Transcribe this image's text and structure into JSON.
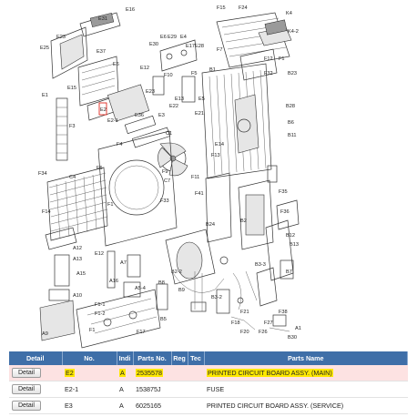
{
  "diagram": {
    "labels": [
      "F15",
      "F24",
      "K4",
      "K4-2",
      "E16",
      "E31",
      "E23",
      "E6",
      "E29",
      "E4",
      "E17",
      "E28",
      "E37",
      "E30",
      "E25",
      "F7",
      "F12",
      "F1",
      "F32",
      "B1",
      "E12",
      "B23",
      "E6",
      "F10",
      "F5",
      "E23",
      "E22",
      "E13",
      "E2",
      "E2-1",
      "E36",
      "E3",
      "E21",
      "E5",
      "E1",
      "E15",
      "B28",
      "B6",
      "B11",
      "C1",
      "E14",
      "F13",
      "F9",
      "C7",
      "F33",
      "F4",
      "F41",
      "F11",
      "C4",
      "F34",
      "F3",
      "F35",
      "F14",
      "F6",
      "B2",
      "B24",
      "B12",
      "A12",
      "A13",
      "A7",
      "A15",
      "A16",
      "A10",
      "A5-4",
      "F1-1",
      "F1-2",
      "B3-3",
      "B2-2",
      "B8",
      "B3-2",
      "B9",
      "B5",
      "F27",
      "F38",
      "B30",
      "A1",
      "E12",
      "B7",
      "B13",
      "A9",
      "F1",
      "F17",
      "F18",
      "F20",
      "F26",
      "F21"
    ]
  },
  "table": {
    "headers": [
      "Detail",
      "No.",
      "Indi",
      "Parts No.",
      "Reg",
      "Tec",
      "Parts Name"
    ],
    "rows": [
      {
        "detail": "Detail",
        "no": "E2",
        "indi": "A",
        "parts_no": "2535578",
        "reg": "",
        "tec": "",
        "name": "PRINTED CIRCUIT BOARD ASSY. (MAIN)"
      },
      {
        "detail": "Detail",
        "no": "E2-1",
        "indi": "A",
        "parts_no": "153875J",
        "reg": "",
        "tec": "",
        "name": "FUSE"
      },
      {
        "detail": "Detail",
        "no": "E3",
        "indi": "A",
        "parts_no": "6025165",
        "reg": "",
        "tec": "",
        "name": "PRINTED CIRCUIT BOARD ASSY. (SERVICE)"
      }
    ]
  },
  "colors": {
    "header_bg": "#3f6fa8",
    "selected_row": "#fde2e2",
    "highlight": "#ffe800",
    "callout": "#e0281f"
  }
}
